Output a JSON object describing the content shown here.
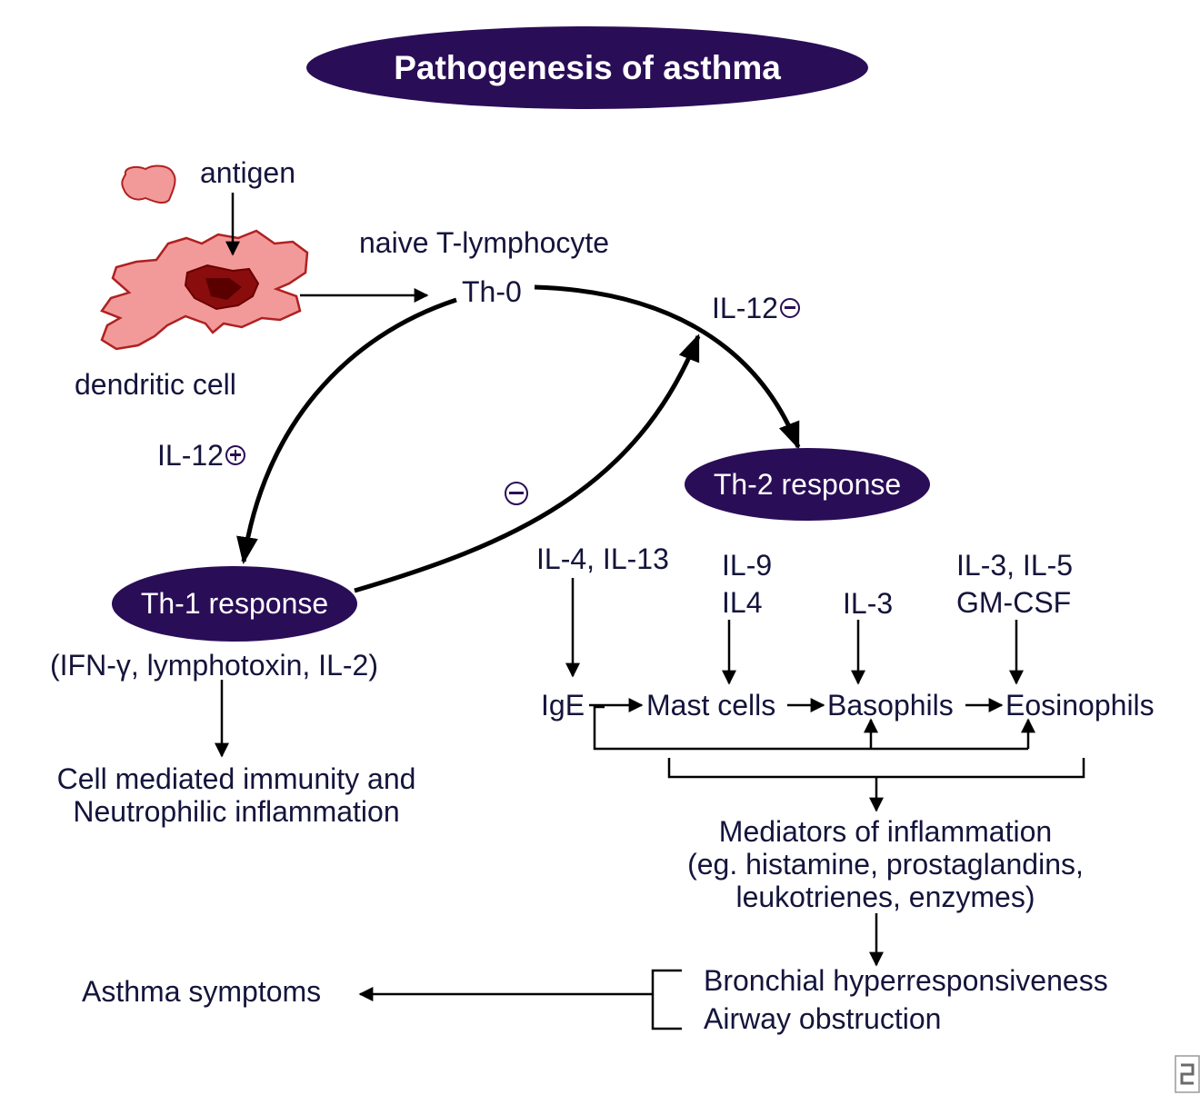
{
  "title": "Pathogenesis of asthma",
  "labels": {
    "antigen": "antigen",
    "dendritic_cell": "dendritic cell",
    "naive_t": "naive T-lymphocyte",
    "th0": "Th-0",
    "il12_neg": "IL-12",
    "il12_pos": "IL-12",
    "th1_response": "Th-1 response",
    "th2_response": "Th-2 response",
    "th1_cytokines": "(IFN-γ, lymphotoxin, IL-2)",
    "cell_mediated_1": "Cell mediated immunity and",
    "cell_mediated_2": "Neutrophilic inflammation",
    "il4_il13": "IL-4, IL-13",
    "il9": "IL-9",
    "il4": "IL4",
    "il3_a": "IL-3",
    "il3_il5": "IL-3, IL-5",
    "gmcsf": "GM-CSF",
    "ige": "IgE",
    "mast_cells": "Mast cells",
    "basophils": "Basophils",
    "eosinophils": "Eosinophils",
    "mediators_1": "Mediators of inflammation",
    "mediators_2": "(eg. histamine, prostaglandins,",
    "mediators_3": "leukotrienes, enzymes)",
    "bronchial": "Bronchial hyperresponsiveness",
    "airway": "Airway obstruction",
    "asthma_symptoms": "Asthma symptoms"
  },
  "symbols": {
    "il12_top": "minus",
    "il12_left": "plus",
    "th1_to_th2": "minus"
  },
  "colors": {
    "pill": "#2a0d57",
    "text": "#14143c",
    "cell_fill": "#f29a9a",
    "cell_border": "#b02020",
    "cell_nucleus": "#8a0d0d"
  }
}
